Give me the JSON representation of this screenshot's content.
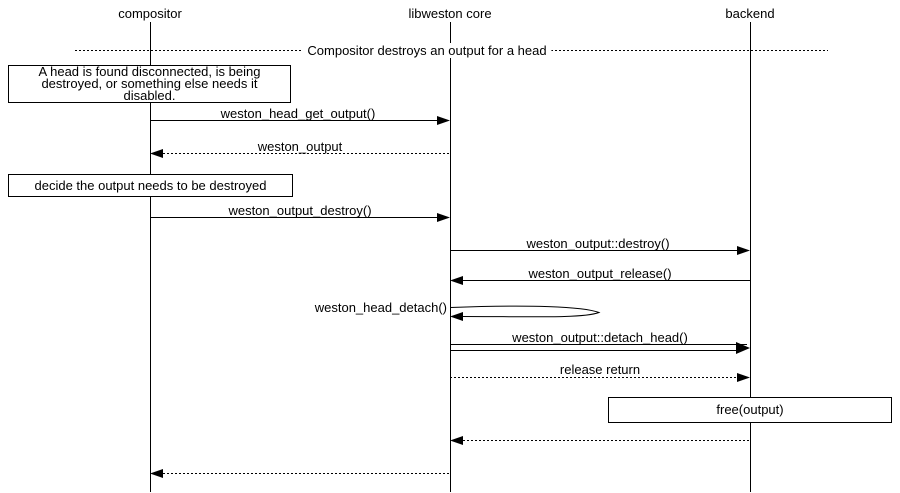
{
  "diagram": {
    "title": "Compositor destroys an output for a head",
    "actors": [
      {
        "name": "compositor"
      },
      {
        "name": "libweston core"
      },
      {
        "name": "backend"
      }
    ],
    "notes": [
      {
        "lines": [
          "A head is found disconnected, is being",
          "destroyed, or something else needs it",
          "disabled."
        ],
        "over": "compositor"
      },
      {
        "text": "decide the output needs to be destroyed",
        "over": "compositor"
      },
      {
        "text": "free(output)",
        "over": "backend"
      }
    ],
    "messages": [
      {
        "label": "weston_head_get_output()",
        "from": "compositor",
        "to": "libweston core",
        "style": "solid"
      },
      {
        "label": "weston_output",
        "from": "libweston core",
        "to": "compositor",
        "style": "dotted-return"
      },
      {
        "label": "weston_output_destroy()",
        "from": "compositor",
        "to": "libweston core",
        "style": "solid"
      },
      {
        "label": "weston_output::destroy()",
        "from": "libweston core",
        "to": "backend",
        "style": "solid"
      },
      {
        "label": "weston_output_release()",
        "from": "backend",
        "to": "libweston core",
        "style": "solid"
      },
      {
        "label": "weston_head_detach()",
        "from": "libweston core",
        "to": "libweston core",
        "style": "self"
      },
      {
        "label": "weston_output::detach_head()",
        "from": "libweston core",
        "to": "backend",
        "style": "double"
      },
      {
        "label": "release return",
        "from": "libweston core",
        "to": "backend",
        "style": "dotted-return"
      },
      {
        "label": "",
        "from": "backend",
        "to": "libweston core",
        "style": "dotted-return"
      },
      {
        "label": "",
        "from": "libweston core",
        "to": "compositor",
        "style": "dotted-return"
      }
    ],
    "colors": {
      "line": "#000000",
      "background": "#ffffff"
    }
  }
}
